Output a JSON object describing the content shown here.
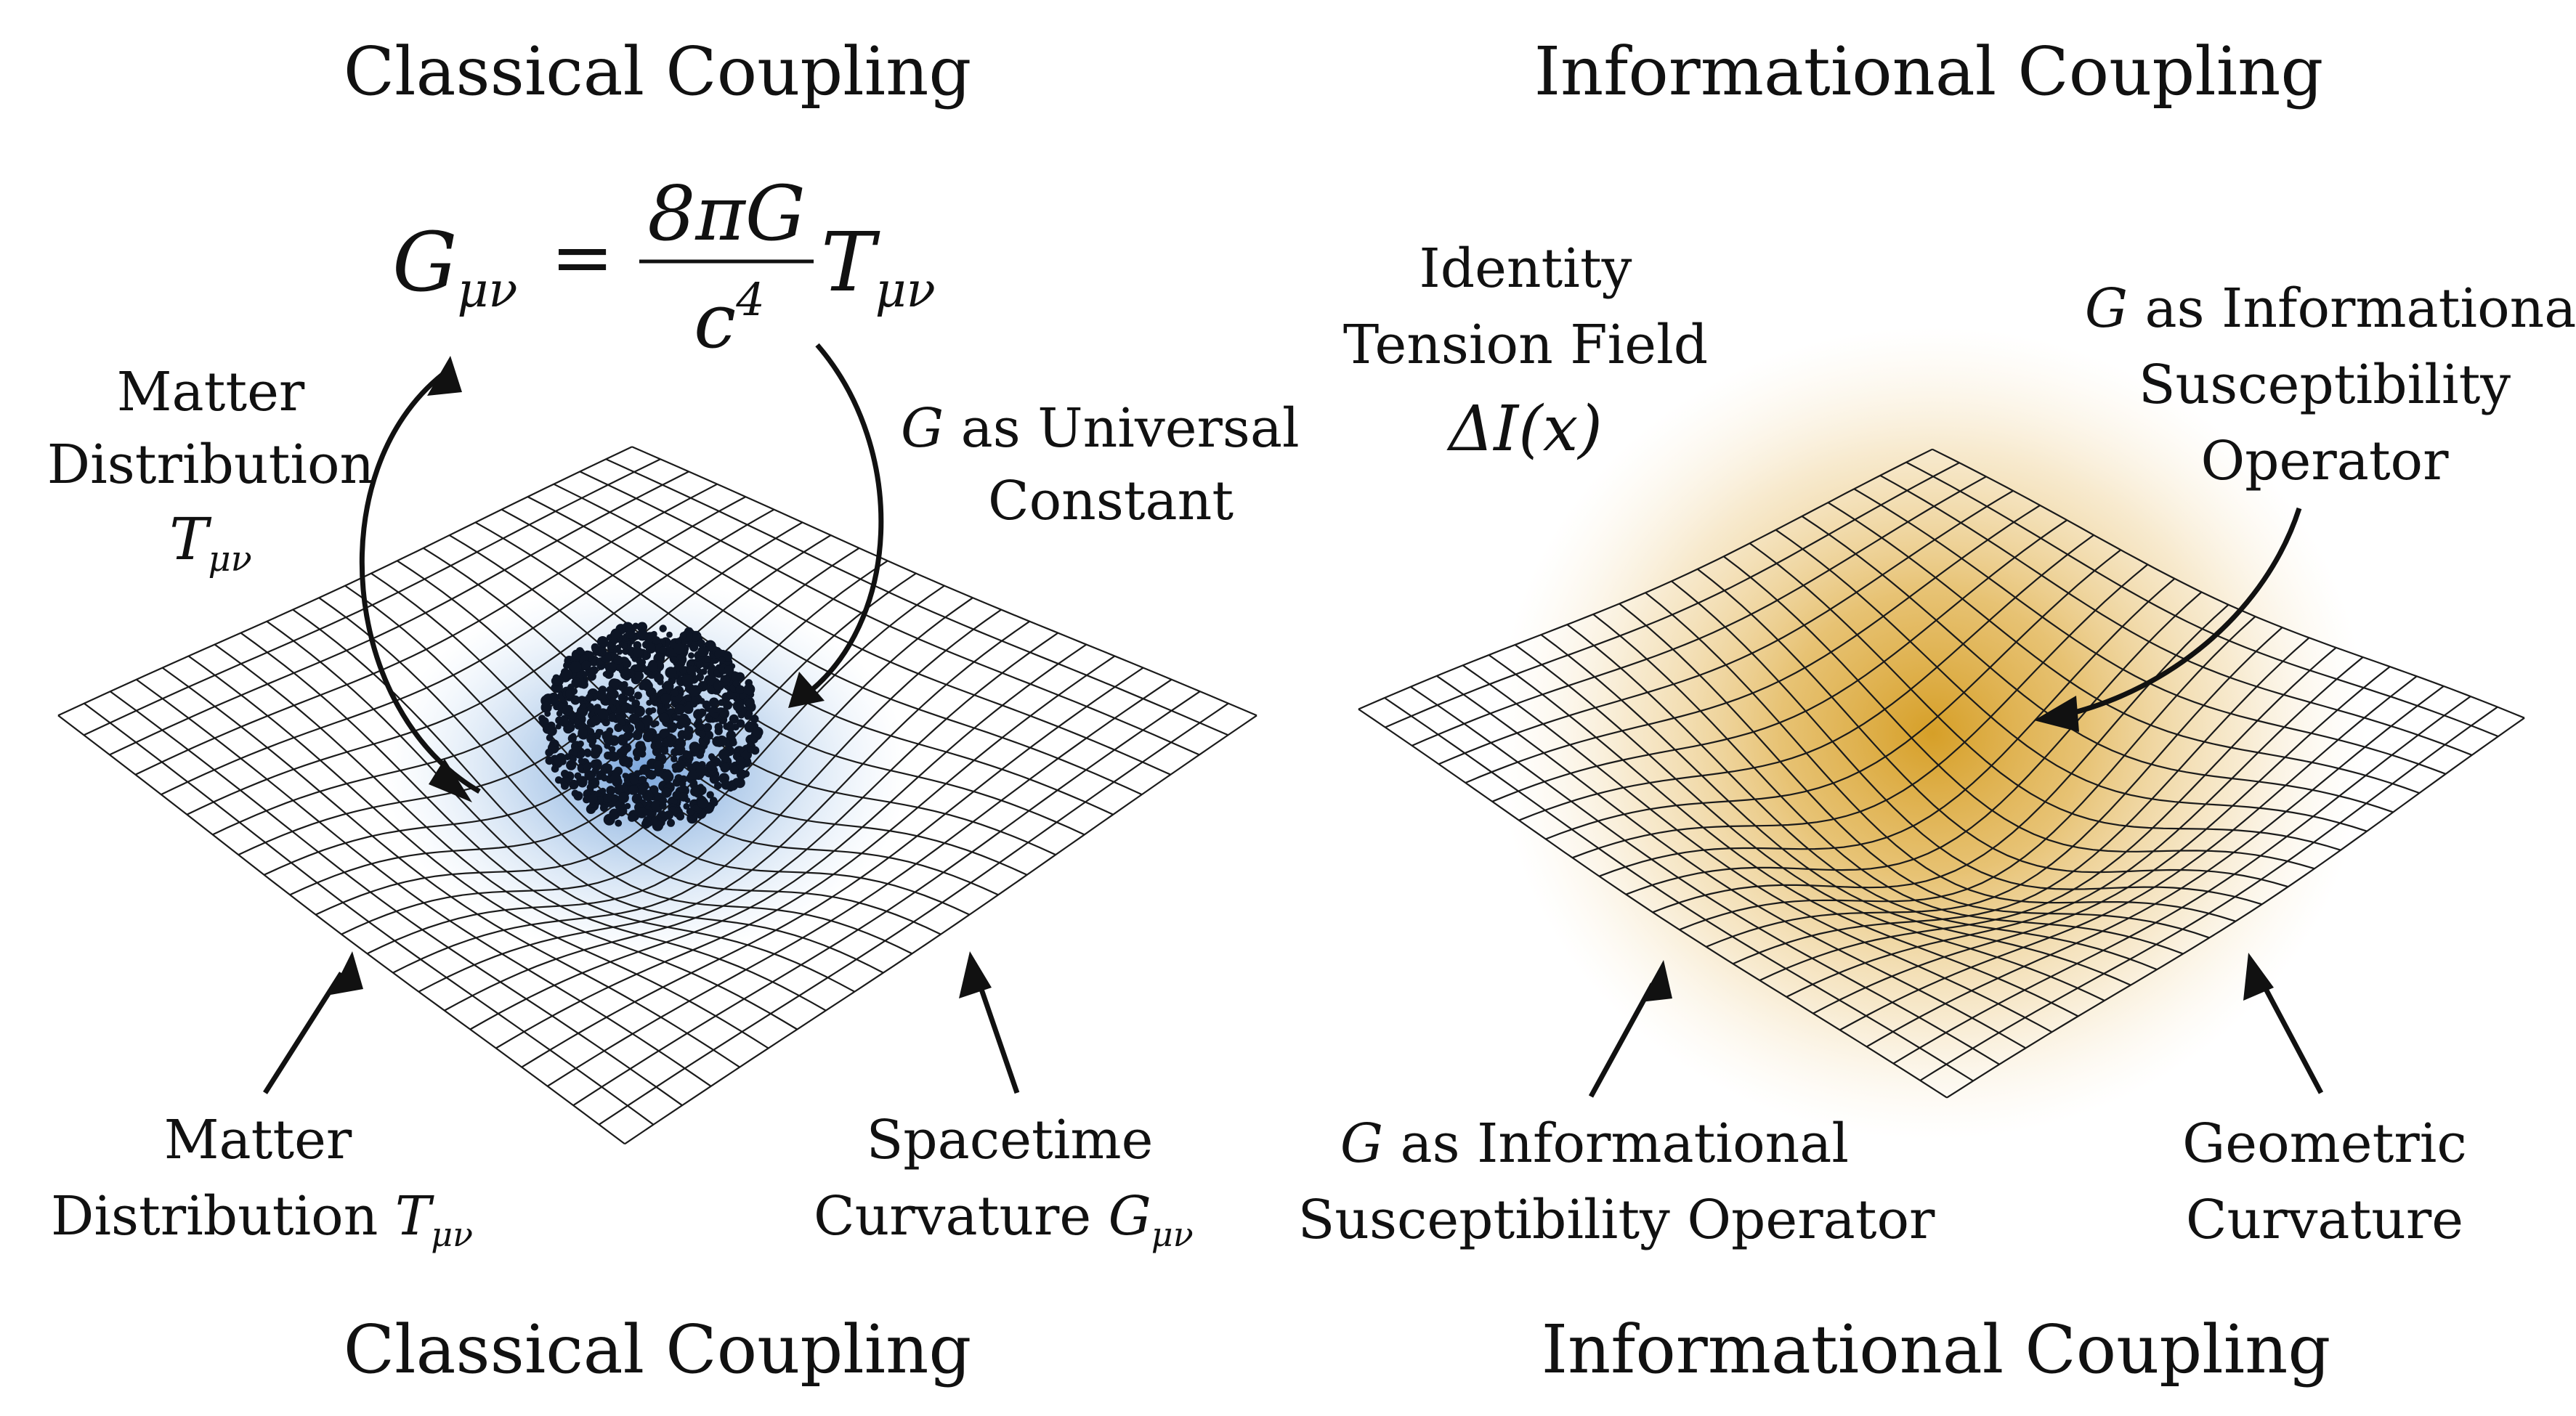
{
  "left_panel": {
    "title_top": "Classical Coupling",
    "title_bottom": "Classical Coupling",
    "equation": {
      "lhs": "G",
      "lhs_sub": "μν",
      "equals": "=",
      "numerator": "8πG",
      "denominator": "c",
      "denominator_sup": "4",
      "rhs": "T",
      "rhs_sub": "μν"
    },
    "label_matter_top": {
      "line1": "Matter",
      "line2": "Distribution",
      "symbol": "T",
      "symbol_sub": "μν"
    },
    "label_g_universal": {
      "symbol": "G",
      "line1": " as Universal",
      "line2": "Constant"
    },
    "label_matter_bottom": {
      "line1": "Matter",
      "line2": "Distribution ",
      "symbol": "T",
      "symbol_sub": "μν"
    },
    "label_spacetime": {
      "line1": "Spacetime",
      "line2": "Curvature ",
      "symbol": "G",
      "symbol_sub": "μν"
    },
    "colors": {
      "halo": "#5b8fd0",
      "particles": "#0d1525"
    }
  },
  "right_panel": {
    "title_top": "Informational Coupling",
    "title_bottom": "Informational Coupling",
    "label_identity": {
      "line1": "Identity",
      "line2": "Tension Field",
      "symbol": "ΔI(x)"
    },
    "label_g_operator_top": {
      "symbol": "G",
      "line1": " as Informational",
      "line2": "Susceptibility",
      "line3": "Operator"
    },
    "label_g_operator_bottom": {
      "symbol": "G",
      "line1": " as Informational",
      "line2": "Susceptibility Operator"
    },
    "label_geometric": {
      "line1": "Geometric",
      "line2": "Curvature"
    },
    "colors": {
      "glow": "#d9a52f"
    }
  }
}
